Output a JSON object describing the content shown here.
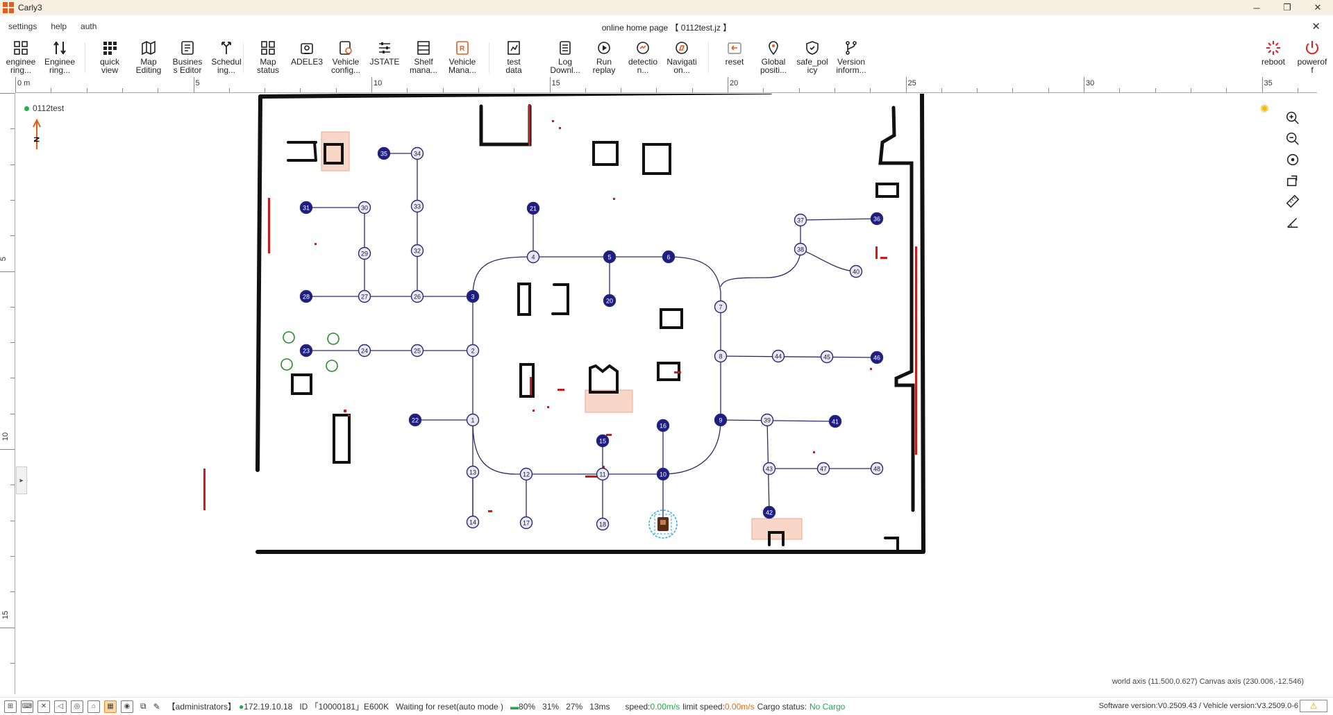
{
  "window": {
    "title": "Carly3",
    "minimize": "─",
    "maximize": "❐",
    "close": "✕"
  },
  "menu": {
    "items": [
      "settings",
      "help",
      "auth"
    ],
    "page_title": "online home page 【 0112test.jz 】",
    "close": "✕"
  },
  "toolbar": {
    "items": [
      {
        "label": "enginee\nring...",
        "icon": "grid-icon"
      },
      {
        "label": "Enginee\nring...",
        "icon": "adjust-icon"
      },
      {
        "label": "quick\nview",
        "icon": "apps-icon"
      },
      {
        "label": "Map\nEditing",
        "icon": "map-icon"
      },
      {
        "label": "Busines\ns Editor",
        "icon": "business-icon"
      },
      {
        "label": "Schedul\ning...",
        "icon": "schedule-icon"
      },
      {
        "label": "Map\nstatus",
        "icon": "map-status-icon"
      },
      {
        "label": "ADELE3",
        "icon": "robot-icon"
      },
      {
        "label": "Vehicle\nconfig...",
        "icon": "vehicle-config-icon"
      },
      {
        "label": "JSTATE",
        "icon": "sliders-icon"
      },
      {
        "label": "Shelf\nmana...",
        "icon": "shelf-icon"
      },
      {
        "label": "Vehicle\nMana...",
        "icon": "vehicle-manage-icon"
      },
      {
        "label": "test\ndata",
        "icon": "test-data-icon"
      },
      {
        "label": "Log\nDownl...",
        "icon": "log-icon"
      },
      {
        "label": "Run\nreplay",
        "icon": "replay-icon"
      },
      {
        "label": "detectio\nn...",
        "icon": "detection-icon"
      },
      {
        "label": "Navigati\non...",
        "icon": "navigation-icon"
      },
      {
        "label": "reset",
        "icon": "reset-icon"
      },
      {
        "label": "Global\npositi...",
        "icon": "location-icon"
      },
      {
        "label": "safe_pol\nicy",
        "icon": "shield-icon"
      },
      {
        "label": "Version\ninform...",
        "icon": "branch-icon"
      }
    ],
    "reboot": "reboot",
    "poweroff": "powerof\nf"
  },
  "ruler": {
    "h_labels": [
      "0 m",
      "5",
      "10",
      "15",
      "20",
      "25",
      "30",
      "35"
    ],
    "v_labels": [
      "5",
      "10",
      "15"
    ]
  },
  "map": {
    "name": "0112test",
    "north": "N",
    "axis_readout": "world axis (11.500,0.627) Canvas axis (230.006,-12.546)",
    "nodes": [
      {
        "id": "1",
        "kind": "light"
      },
      {
        "id": "2",
        "kind": "light"
      },
      {
        "id": "3",
        "kind": "dark"
      },
      {
        "id": "4",
        "kind": "light"
      },
      {
        "id": "5",
        "kind": "dark"
      },
      {
        "id": "6",
        "kind": "dark"
      },
      {
        "id": "7",
        "kind": "light"
      },
      {
        "id": "8",
        "kind": "light"
      },
      {
        "id": "9",
        "kind": "dark"
      },
      {
        "id": "10",
        "kind": "dark"
      },
      {
        "id": "11",
        "kind": "light"
      },
      {
        "id": "12",
        "kind": "light"
      },
      {
        "id": "13",
        "kind": "light"
      },
      {
        "id": "14",
        "kind": "light"
      },
      {
        "id": "15",
        "kind": "dark"
      },
      {
        "id": "16",
        "kind": "dark"
      },
      {
        "id": "17",
        "kind": "light"
      },
      {
        "id": "18",
        "kind": "light"
      },
      {
        "id": "20",
        "kind": "dark"
      },
      {
        "id": "21",
        "kind": "dark"
      },
      {
        "id": "22",
        "kind": "dark"
      },
      {
        "id": "23",
        "kind": "dark"
      },
      {
        "id": "24",
        "kind": "light"
      },
      {
        "id": "25",
        "kind": "light"
      },
      {
        "id": "26",
        "kind": "light"
      },
      {
        "id": "27",
        "kind": "light"
      },
      {
        "id": "28",
        "kind": "dark"
      },
      {
        "id": "29",
        "kind": "light"
      },
      {
        "id": "30",
        "kind": "light"
      },
      {
        "id": "31",
        "kind": "dark"
      },
      {
        "id": "32",
        "kind": "light"
      },
      {
        "id": "33",
        "kind": "light"
      },
      {
        "id": "34",
        "kind": "light"
      },
      {
        "id": "35",
        "kind": "dark"
      },
      {
        "id": "36",
        "kind": "dark"
      },
      {
        "id": "37",
        "kind": "light"
      },
      {
        "id": "38",
        "kind": "light"
      },
      {
        "id": "39",
        "kind": "light"
      },
      {
        "id": "40",
        "kind": "light"
      },
      {
        "id": "41",
        "kind": "dark"
      },
      {
        "id": "42",
        "kind": "dark"
      },
      {
        "id": "43",
        "kind": "light"
      },
      {
        "id": "44",
        "kind": "light"
      },
      {
        "id": "45",
        "kind": "light"
      },
      {
        "id": "46",
        "kind": "dark"
      },
      {
        "id": "47",
        "kind": "light"
      },
      {
        "id": "48",
        "kind": "light"
      }
    ]
  },
  "status": {
    "user": "【administrators】",
    "ip": "172.19.10.18",
    "id_label": "ID 「10000181」E600K",
    "mode": "Waiting for reset(auto mode )",
    "battery": "80%",
    "metric1": "31%",
    "metric2": "27%",
    "latency": "13ms",
    "speed_label": "speed:",
    "speed_value": "0.00m/s",
    "limit_label": "limit speed:",
    "limit_value": "0.00m/s",
    "cargo_label": "Cargo status:",
    "cargo_value": "No Cargo",
    "versions": "Software version:V0.2509.43 / Vehicle version:V3.2509.0-6",
    "warn": "⚠"
  },
  "colors": {
    "accent": "#e85c1a",
    "node_dark": "#1d1d8a",
    "node_light": "#e8e8f8",
    "path": "#2a2a6a",
    "wall": "#111111",
    "obstacle": "#d01818",
    "ok": "#22a94b"
  }
}
